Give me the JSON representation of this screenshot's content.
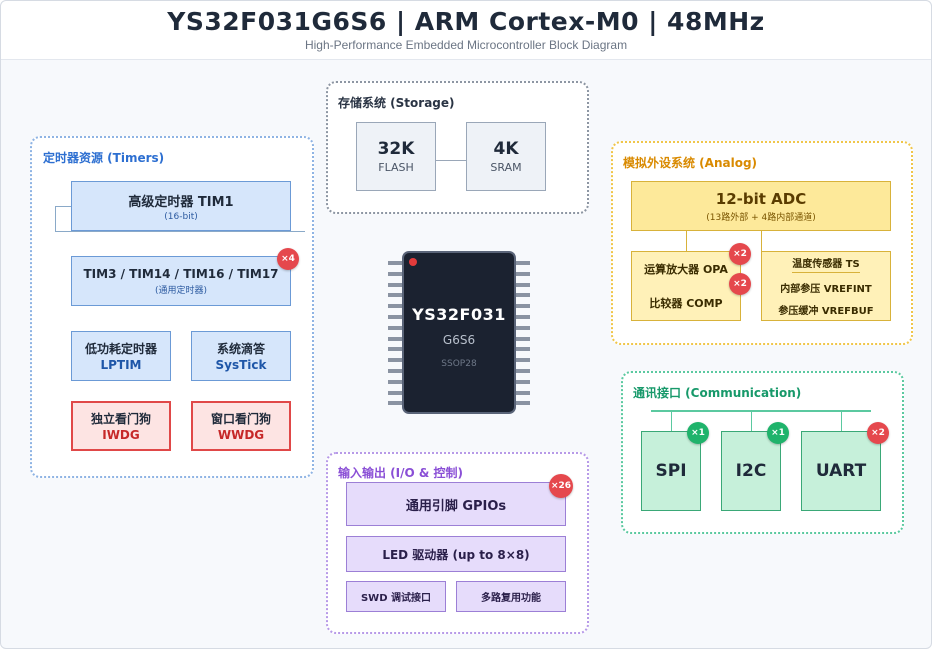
{
  "header": {
    "title": "YS32F031G6S6 | ARM Cortex-M0 | 48MHz",
    "subtitle": "High-Performance Embedded Microcontroller Block Diagram"
  },
  "storage": {
    "title": "存储系统 (Storage)",
    "flash": {
      "size": "32K",
      "label": "FLASH"
    },
    "sram": {
      "size": "4K",
      "label": "SRAM"
    }
  },
  "timers": {
    "title": "定时器资源 (Timers)",
    "tim1": {
      "name": "高级定时器 TIM1",
      "sub": "(16-bit)"
    },
    "general": {
      "name": "TIM3 / TIM14 / TIM16 / TIM17",
      "sub": "(通用定时器)",
      "badge": "×4"
    },
    "lptim": {
      "name": "低功耗定时器",
      "code": "LPTIM"
    },
    "systick": {
      "name": "系统滴答",
      "code": "SysTick"
    },
    "iwdg": {
      "name": "独立看门狗",
      "code": "IWDG"
    },
    "wwdg": {
      "name": "窗口看门狗",
      "code": "WWDG"
    }
  },
  "chip": {
    "name": "YS32F031",
    "variant": "G6S6",
    "package": "SSOP28"
  },
  "analog": {
    "title": "模拟外设系统 (Analog)",
    "adc": {
      "name": "12-bit ADC",
      "sub": "(13路外部 + 4路内部通道)"
    },
    "opa": {
      "label": "运算放大器 OPA",
      "badge": "×2"
    },
    "comp": {
      "label": "比较器 COMP",
      "badge": "×2"
    },
    "ts": "温度传感器 TS",
    "vrefint": "内部参压 VREFINT",
    "vrefbuf": "参压缓冲 VREFBUF"
  },
  "io": {
    "title": "输入输出 (I/O & 控制)",
    "gpio": {
      "label": "通用引脚 GPIOs",
      "badge": "×26"
    },
    "led": "LED 驱动器 (up to 8×8)",
    "swd": "SWD 调试接口",
    "mux": "多路复用功能"
  },
  "comm": {
    "title": "通讯接口 (Communication)",
    "spi": {
      "label": "SPI",
      "badge": "×1"
    },
    "i2c": {
      "label": "I2C",
      "badge": "×1"
    },
    "uart": {
      "label": "UART",
      "badge": "×2"
    }
  },
  "colors": {
    "timers_accent": "#2d6fd1",
    "storage_accent": "#2a3444",
    "analog_accent": "#d98a00",
    "io_accent": "#8a4fd6",
    "comm_accent": "#17996a",
    "badge_red": "#e5484d",
    "badge_green": "#1fb36b"
  }
}
